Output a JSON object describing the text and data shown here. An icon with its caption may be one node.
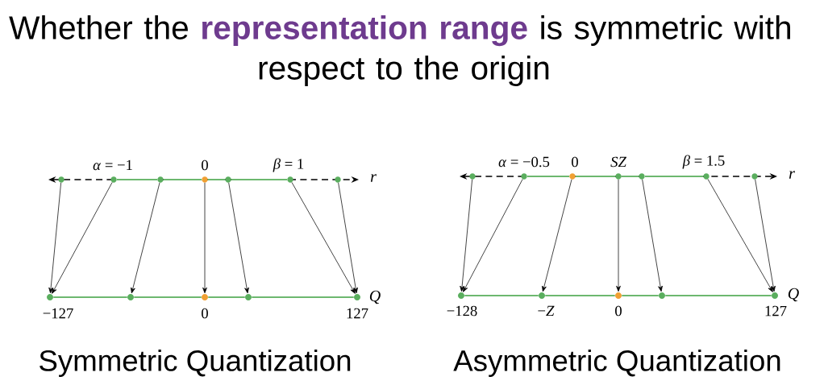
{
  "diagram": {
    "title": "Whether the **representation range** is symmetric with respect to the origin",
    "nodes": [
      {
        "text": [],
        "shape": "circle"
      },
      {
        "text": [],
        "shape": "circle",
        "beside": [
          "*α* = −1"
        ]
      },
      {
        "text": [],
        "shape": "circle"
      },
      {
        "text": [],
        "shape": "circle",
        "beside": [
          "0"
        ]
      },
      {
        "text": [],
        "shape": "circle"
      },
      {
        "text": [],
        "shape": "circle",
        "beside": [
          "*β* = 1"
        ]
      },
      {
        "text": [],
        "shape": "circle"
      },
      {
        "text": [],
        "shape": "circle",
        "beside": [
          "−127"
        ]
      },
      {
        "text": [],
        "shape": "circle"
      },
      {
        "text": [],
        "shape": "circle",
        "beside": [
          "0"
        ]
      },
      {
        "text": [],
        "shape": "circle"
      },
      {
        "text": [],
        "shape": "circle",
        "beside": [
          "127"
        ]
      },
      {
        "text": [],
        "shape": "circle"
      },
      {
        "text": [],
        "shape": "circle",
        "beside": [
          "*α* = −0.5"
        ]
      },
      {
        "text": [],
        "shape": "circle",
        "beside": [
          "0"
        ]
      },
      {
        "text": [],
        "shape": "circle",
        "beside": [
          "SZ"
        ]
      },
      {
        "text": [],
        "shape": "circle"
      },
      {
        "text": [],
        "shape": "circle",
        "beside": [
          "*β* = 1.5"
        ]
      },
      {
        "text": [],
        "shape": "circle"
      },
      {
        "text": [],
        "shape": "circle",
        "beside": [
          "−128"
        ]
      },
      {
        "text": [],
        "shape": "circle",
        "beside": [
          "−*Z*"
        ]
      },
      {
        "text": [],
        "shape": "circle",
        "beside": [
          "0"
        ]
      },
      {
        "text": [],
        "shape": "circle"
      },
      {
        "text": [],
        "shape": "circle",
        "beside": [
          "127"
        ]
      }
    ],
    "edges": [
      {
        "from": 0,
        "to": 7,
        "arrow": "to",
        "color": "#000000"
      },
      {
        "from": 1,
        "to": 7,
        "arrow": "to",
        "color": "#000000"
      },
      {
        "from": 2,
        "to": 8,
        "arrow": "to",
        "color": "#000000"
      },
      {
        "from": 3,
        "to": 9,
        "arrow": "to",
        "color": "#000000"
      },
      {
        "from": 4,
        "to": 10,
        "arrow": "to",
        "color": "#000000"
      },
      {
        "from": 5,
        "to": 11,
        "arrow": "to",
        "color": "#000000"
      },
      {
        "from": 6,
        "to": 11,
        "arrow": "to",
        "color": "#000000"
      },
      {
        "from": 12,
        "to": 19,
        "arrow": "to",
        "color": "#000000"
      },
      {
        "from": 13,
        "to": 19,
        "arrow": "to",
        "color": "#000000"
      },
      {
        "from": 14,
        "to": 20,
        "arrow": "to",
        "color": "#000000"
      },
      {
        "from": 15,
        "to": 21,
        "arrow": "to",
        "color": "#000000"
      },
      {
        "from": 16,
        "to": 22,
        "arrow": "to",
        "color": "#000000"
      },
      {
        "from": 17,
        "to": 23,
        "arrow": "to",
        "color": "#000000"
      },
      {
        "from": 18,
        "to": 23,
        "arrow": "to",
        "color": "#000000"
      },
      {
        "from": 1,
        "to": 2,
        "arrow": "none"
      },
      {
        "from": 2,
        "to": 3,
        "arrow": "none"
      },
      {
        "from": 3,
        "to": 4,
        "arrow": "none"
      },
      {
        "from": 4,
        "to": 5,
        "arrow": "none"
      },
      {
        "from": 7,
        "to": 8,
        "arrow": "none"
      },
      {
        "from": 8,
        "to": 9,
        "arrow": "none"
      },
      {
        "from": 9,
        "to": 10,
        "arrow": "none"
      },
      {
        "from": 10,
        "to": 11,
        "arrow": "none"
      },
      {
        "from": 13,
        "to": 14,
        "arrow": "none"
      },
      {
        "from": 14,
        "to": 15,
        "arrow": "none"
      },
      {
        "from": 15,
        "to": 16,
        "arrow": "none"
      },
      {
        "from": 16,
        "to": 17,
        "arrow": "none"
      },
      {
        "from": 19,
        "to": 20,
        "arrow": "none"
      },
      {
        "from": 20,
        "to": 21,
        "arrow": "none"
      },
      {
        "from": 21,
        "to": 22,
        "arrow": "none"
      },
      {
        "from": 22,
        "to": 23,
        "arrow": "none"
      }
    ],
    "labels": [
      "r",
      "Q",
      "r",
      "Q",
      "Symmetric Quantization",
      "Asymmetric Quantization"
    ]
  }
}
